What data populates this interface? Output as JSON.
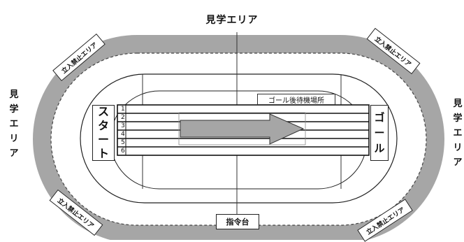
{
  "labels": {
    "viewing_top": "見学エリア",
    "viewing_left": "見\n学\nエ\nリ\nア",
    "viewing_right": "見\n学\nエ\nリ\nア",
    "restricted": [
      "立入禁止エリア",
      "立入禁止エリア",
      "立入禁止エリア",
      "立入禁止エリア"
    ],
    "start": "ス\nタ\nー\nト",
    "goal": "ゴ\nー\nル",
    "waiting": "ゴール後待機場所",
    "podium": "指令台"
  },
  "lanes": [
    "1",
    "2",
    "3",
    "4",
    "5",
    "6"
  ],
  "colors": {
    "outer_band": "#a6a6a6",
    "arrow_fill": "#a6a6a6",
    "line": "#222222"
  },
  "icons": {
    "direction": "right-arrow-icon"
  }
}
